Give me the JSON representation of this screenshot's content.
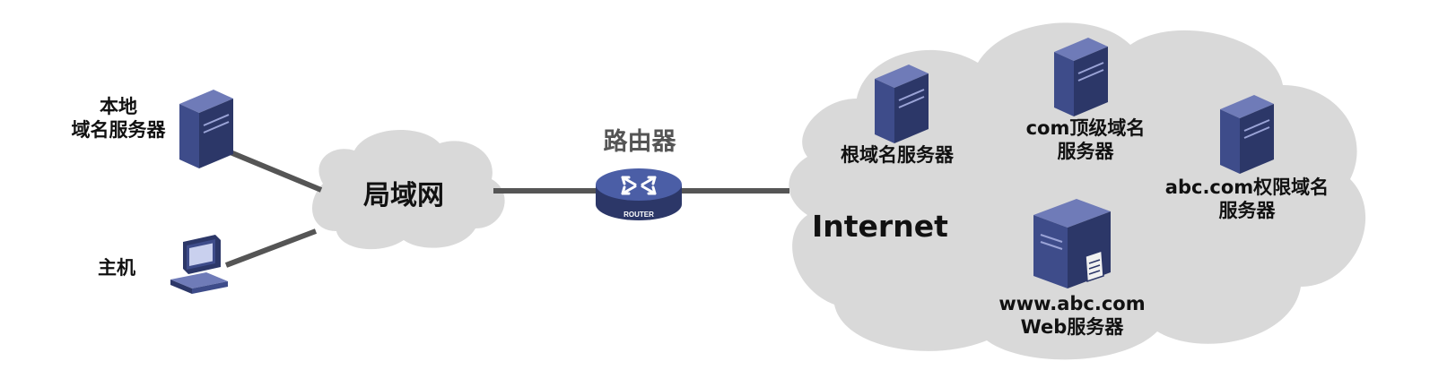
{
  "colors": {
    "cloud": "#d9d9d9",
    "link": "#555555",
    "device_front": "#3e4c8a",
    "device_side": "#2c3768",
    "device_top": "#6f7bb8",
    "router": "#4b5ea6",
    "label": "#111111",
    "router_label": "#555555"
  },
  "diagram": {
    "local_dns": {
      "line1": "本地",
      "line2": "域名服务器",
      "icon": "server-icon"
    },
    "host": {
      "label": "主机",
      "icon": "computer-icon"
    },
    "lan": {
      "label": "局域网"
    },
    "router": {
      "label": "路由器",
      "badge": "ROUTER",
      "icon": "router-icon"
    },
    "internet": {
      "label": "Internet"
    },
    "root_dns": {
      "label": "根域名服务器",
      "icon": "server-icon"
    },
    "com_tld": {
      "line1": "com顶级域名",
      "line2": "服务器",
      "icon": "server-icon"
    },
    "abc_auth": {
      "line1": "abc.com权限域名",
      "line2": "服务器",
      "icon": "server-icon"
    },
    "web_server": {
      "line1": "www.abc.com",
      "line2": "Web服务器",
      "icon": "web-server-icon"
    }
  }
}
